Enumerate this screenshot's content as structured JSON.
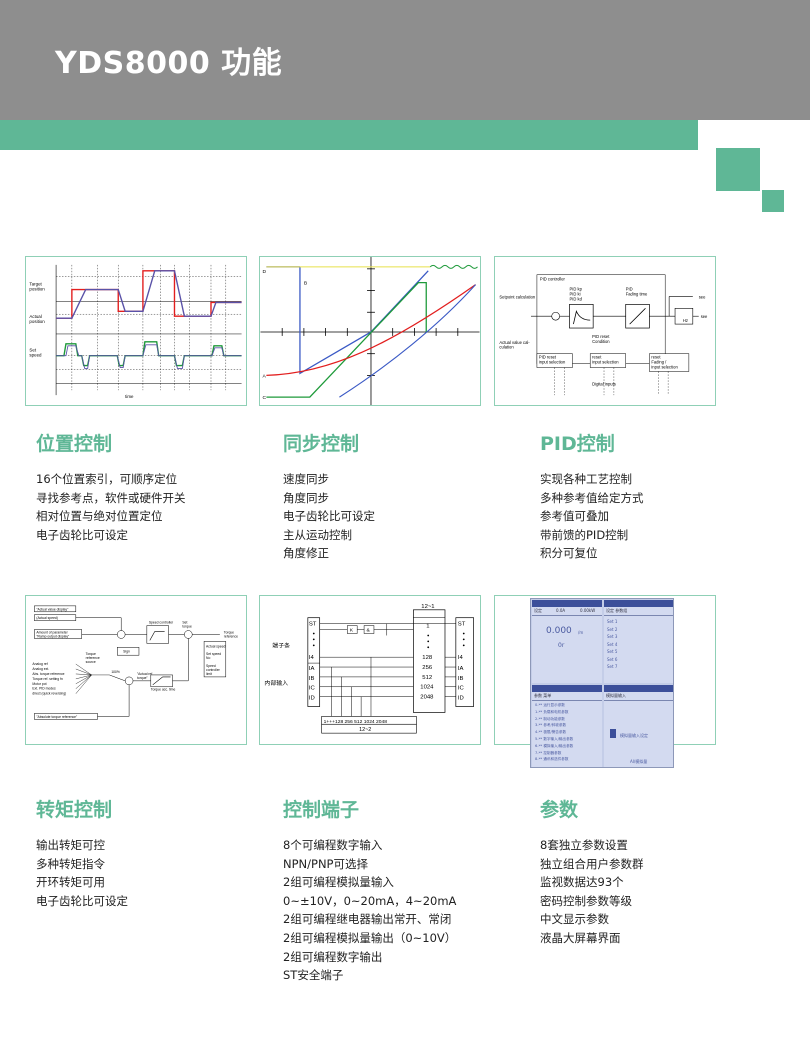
{
  "page": {
    "title": "YDS8000 功能",
    "colors": {
      "header_gray": "#8e8e8e",
      "accent_green": "#5fb796",
      "card_border": "#8fd0b6"
    }
  },
  "cards": {
    "position_chart": {
      "labels": {
        "target_position": "Target\nposition",
        "actual_position": "Actual\nposition",
        "set_speed": "Set\nspeed",
        "time": "time"
      }
    },
    "sync_chart": {
      "labels": {
        "d": "D",
        "b": "B",
        "a": "A",
        "c": "C"
      }
    },
    "pid_diagram": {
      "labels": {
        "pid_controller": "PID controller",
        "setpoint_calculation": "Setpoint calculation",
        "pid_kp": "PID kp",
        "pid_ki": "PID ki",
        "pid_kd": "PID kd",
        "pid": "PID",
        "fading_time": "Fading time",
        "see1": "see",
        "see2": "see",
        "hz": "Hz",
        "pid_reset_condition": "PID reset\nCondition",
        "actual_value_calculation": "Actual value cal-\nculation",
        "pid_reset_input_selection": "PID reset\ninput selection",
        "reset_input_selection": "reset\ninput selection",
        "reset_fading": "reset\nFading /\ninput selection",
        "digital_inputs": "Digital inputs"
      }
    },
    "torque_diagram": {
      "labels": {
        "actual_value_display": "\"Actual value display\"",
        "actual_speed": "(Actual speed)",
        "amount_of_parameter": "Amount of parameter\n\"Ramp output display\"",
        "speed_controller": "Speed controller",
        "set_torque": "Set\ntorque",
        "actual_speed_box": "Actual speed",
        "set_speed_box": "Set speed\nNo",
        "torque_reference": "Torque\nreference",
        "torque_reference_source": "Torque\nreference\nsource",
        "sign": "Sign",
        "analog_ref": "Analog ref",
        "analog_ext": "Analog ext.",
        "abs_torque_reference": "Abs. torque reference",
        "torque_ref_setting": "Torque ref. setting fn",
        "motor_pot": "Motor pot",
        "ext_pid": "Ext. PID modes",
        "direct": "direct (quick reversing)",
        "pct_100": "100%",
        "actual_ref_torque": "\"Actual ref.\ntorque\"",
        "torque_acc_time": "Torque acc. time",
        "speed_controller_limit": "Speed\ncontroller\nlimit",
        "absolute_torque_reference": "\"Absolute torque reference\""
      }
    },
    "terminal_diagram": {
      "labels": {
        "top": "12~1",
        "bottom": "12~2",
        "terminal_strip": "端子条",
        "internal_input": "内部输入",
        "st_left": "ST",
        "st_right": "ST",
        "one": "1",
        "i4_left": "I4",
        "ia_left": "IA",
        "ib_left": "IB",
        "ic_left": "IC",
        "id_left": "ID",
        "v128": "128",
        "v256": "256",
        "v512": "512",
        "v1024": "1024",
        "v2048": "2048",
        "i4_right": "I4",
        "ia_right": "IA",
        "ib_right": "IB",
        "ic_right": "IC",
        "id_right": "ID",
        "sum": "1+++128  256  512 1024  2048",
        "k": "K",
        "amp": "&"
      }
    },
    "lcd_panel": {
      "labels": {
        "q1_left": "设定",
        "q1_mid": "0.0A",
        "q1_right": "0.00kW",
        "q1_value": "0.000",
        "q1_unit": "/m",
        "q1_sub": "0r",
        "q2_title": "设定 参数组",
        "q2_items": [
          "Set 1",
          "Set 2",
          "Set 3",
          "Set 4",
          "Set 5",
          "Set 6",
          "Set 7"
        ],
        "q3_title": "参数 菜单",
        "q3_items": [
          "0-** 运行显示参数",
          "1-** 负载和电机参数",
          "2-** 制动功能参数",
          "3-** 参考/斜坡参数",
          "4-** 极限/警告参数",
          "5-** 数字输入/输出参数",
          "6-** 模拟输入/输出参数",
          "7-** 控制器参数",
          "8-** 通讯和选件参数"
        ],
        "q4_title": "模拟量输入",
        "q4_item": "模拟量输入设定",
        "q4_foot": "AI/模拟量"
      }
    }
  },
  "sections": [
    {
      "title": "位置控制",
      "lines": [
        "16个位置索引，可顺序定位",
        "寻找参考点，软件或硬件开关",
        "相对位置与绝对位置定位",
        "电子齿轮比可设定"
      ]
    },
    {
      "title": "同步控制",
      "lines": [
        "速度同步",
        "角度同步",
        "电子齿轮比可设定",
        "主从运动控制",
        "角度修正"
      ]
    },
    {
      "title": "PID控制",
      "lines": [
        "实现各种工艺控制",
        "多种参考值给定方式",
        "参考值可叠加",
        "带前馈的PID控制",
        "积分可复位"
      ]
    },
    {
      "title": "转矩控制",
      "lines": [
        "输出转矩可控",
        "多种转矩指令",
        "开环转矩可用",
        "电子齿轮比可设定"
      ]
    },
    {
      "title": "控制端子",
      "lines": [
        "8个可编程数字输入",
        "NPN/PNP可选择",
        "2组可编程模拟量输入",
        "0~±10V，0~20mA，4~20mA",
        "2组可编程继电器输出常开、常闭",
        "2组可编程模拟量输出（0~10V）",
        "2组可编程数字输出",
        "ST安全端子"
      ]
    },
    {
      "title": "参数",
      "lines": [
        "8套独立参数设置",
        "独立组合用户参数群",
        "监视数据达93个",
        "密码控制参数等级",
        "中文显示参数",
        "液晶大屏幕界面"
      ]
    }
  ]
}
